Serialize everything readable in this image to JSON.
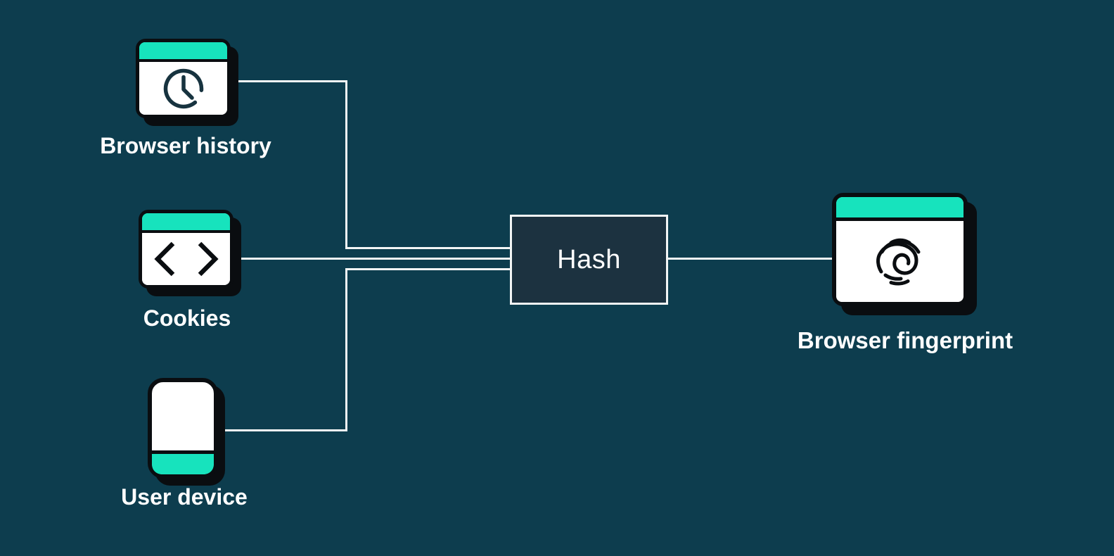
{
  "colors": {
    "bg": "#0d3d4e",
    "teal": "#17e3bd",
    "ink": "#0a0d10",
    "panel": "#1c3240",
    "line": "#f2f5f5",
    "text": "#ffffff",
    "icon-dark": "#17333f"
  },
  "nodes": {
    "browser_history": {
      "label": "Browser history",
      "icon": "clock-history-icon"
    },
    "cookies": {
      "label": "Cookies",
      "icon": "code-brackets-icon"
    },
    "user_device": {
      "label": "User device",
      "icon": "phone-icon"
    },
    "hash": {
      "label": "Hash"
    },
    "browser_fingerprint": {
      "label": "Browser fingerprint",
      "icon": "fingerprint-icon"
    }
  },
  "connections": [
    {
      "from": "browser_history",
      "to": "hash"
    },
    {
      "from": "cookies",
      "to": "hash"
    },
    {
      "from": "user_device",
      "to": "hash"
    },
    {
      "from": "hash",
      "to": "browser_fingerprint"
    }
  ]
}
